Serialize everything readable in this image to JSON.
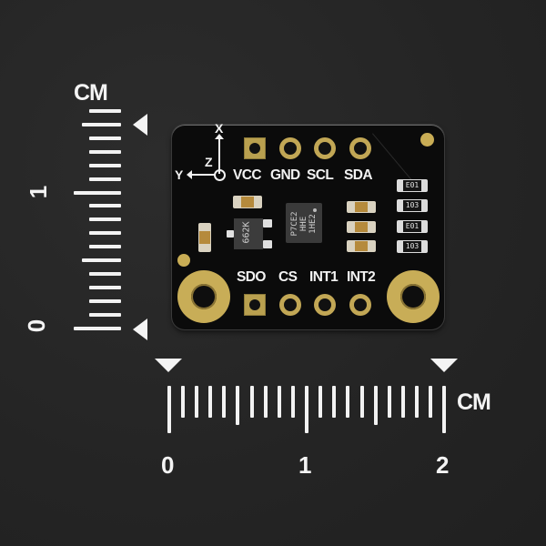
{
  "scene": {
    "description": "Product photo of a small black sensor breakout PCB on a dark textured background with centimeter ruler scales",
    "background_color": "#262626",
    "board_color": "#0b0b0b",
    "gold_color": "#c2a755"
  },
  "vertical_ruler": {
    "unit_label": "CM",
    "labels": [
      "0",
      "1"
    ],
    "ticks_per_cm": 10,
    "range_cm": [
      0,
      1.5
    ]
  },
  "horizontal_ruler": {
    "unit_label": "CM",
    "labels": [
      "0",
      "1",
      "2"
    ],
    "ticks_per_cm": 10,
    "range_cm": [
      0,
      2
    ]
  },
  "board": {
    "axis": {
      "x": "X",
      "y": "Y",
      "z": "Z"
    },
    "top_pins": [
      "VCC",
      "GND",
      "SCL",
      "SDA"
    ],
    "bottom_pins": [
      "SDO",
      "CS",
      "INT1",
      "INT2"
    ],
    "main_ic_marking": "P7CE2\nHHE\n1HE2",
    "regulator_marking": "662K",
    "resistors": [
      "E01",
      "103",
      "E01",
      "103"
    ]
  }
}
